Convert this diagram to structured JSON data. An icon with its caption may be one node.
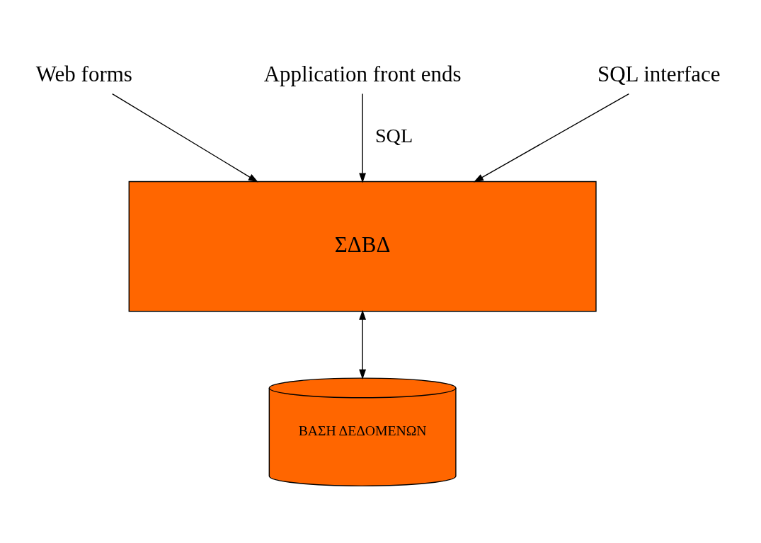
{
  "diagram": {
    "nodes": [
      {
        "text": [
          "Web forms"
        ]
      },
      {
        "text": [
          "Application front ends"
        ]
      },
      {
        "text": [
          "SQL interface"
        ]
      },
      {
        "text": [
          "ΣΔΒΔ"
        ]
      },
      {
        "text": [
          "ΒΑΣΗ ΔΕΔΟΜΕΝΩΝ"
        ]
      }
    ],
    "edges": [
      {
        "from": 0,
        "to": 3,
        "arrow": "to"
      },
      {
        "from": 1,
        "to": 3,
        "arrow": "to",
        "label": "SQL"
      },
      {
        "from": 2,
        "to": 3,
        "arrow": "to"
      },
      {
        "from": 3,
        "to": 4,
        "arrow": "both"
      }
    ]
  }
}
